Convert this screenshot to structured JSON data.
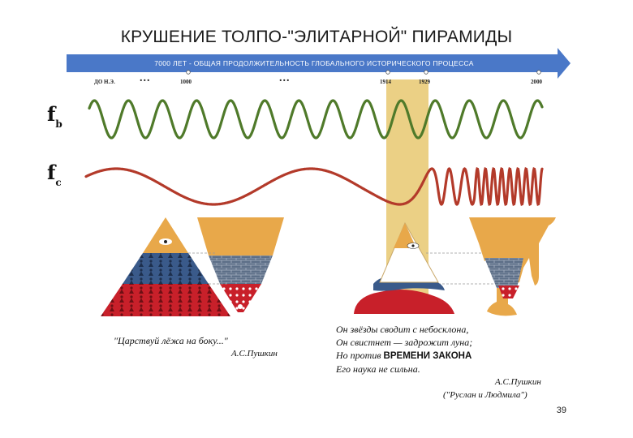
{
  "slide": {
    "title": "КРУШЕНИЕ ТОЛПО-\"ЭЛИТАРНОЙ\" ПИРАМИДЫ",
    "timeline": {
      "arrow_text": "7000 ЛЕТ - ОБЩАЯ ПРОДОЛЖИТЕЛЬНОСТЬ ГЛОБАЛЬНОГО ИСТОРИЧЕСКОГО ПРОЦЕССА",
      "ticks": {
        "start": "ДО Н.Э.",
        "t1000": "1000",
        "t1914": "1914",
        "t1929": "1929",
        "t2000": "2000"
      },
      "ellipsis_1": "...",
      "ellipsis_2": "...",
      "color": "#4a78c8",
      "highlight_color": "#e8c870"
    },
    "waves": {
      "fb": {
        "letter": "f",
        "sub": "b",
        "color": "#4f7a2a"
      },
      "fc": {
        "letter": "f",
        "sub": "c",
        "color": "#b33a2a"
      }
    },
    "quote_left": {
      "line1": "\"Царствуй лёжа на боку...\"",
      "author": "А.С.Пушкин"
    },
    "quote_right": {
      "line1": "Он звёзды сводит с небосклона,",
      "line2": "Он свистнет — задрожит луна;",
      "line3_prefix": "Но против ",
      "line3_bold": "ВРЕМЕНИ ЗАКОНА",
      "line4": "Его наука не сильна.",
      "author": "А.С.Пушкин",
      "source": "(\"Руслан и Людмила\")"
    },
    "page_number": "39",
    "colors": {
      "orange": "#e8a84a",
      "blue": "#3a5a8a",
      "red": "#c8202a",
      "brick": "#7a8aa0"
    }
  }
}
